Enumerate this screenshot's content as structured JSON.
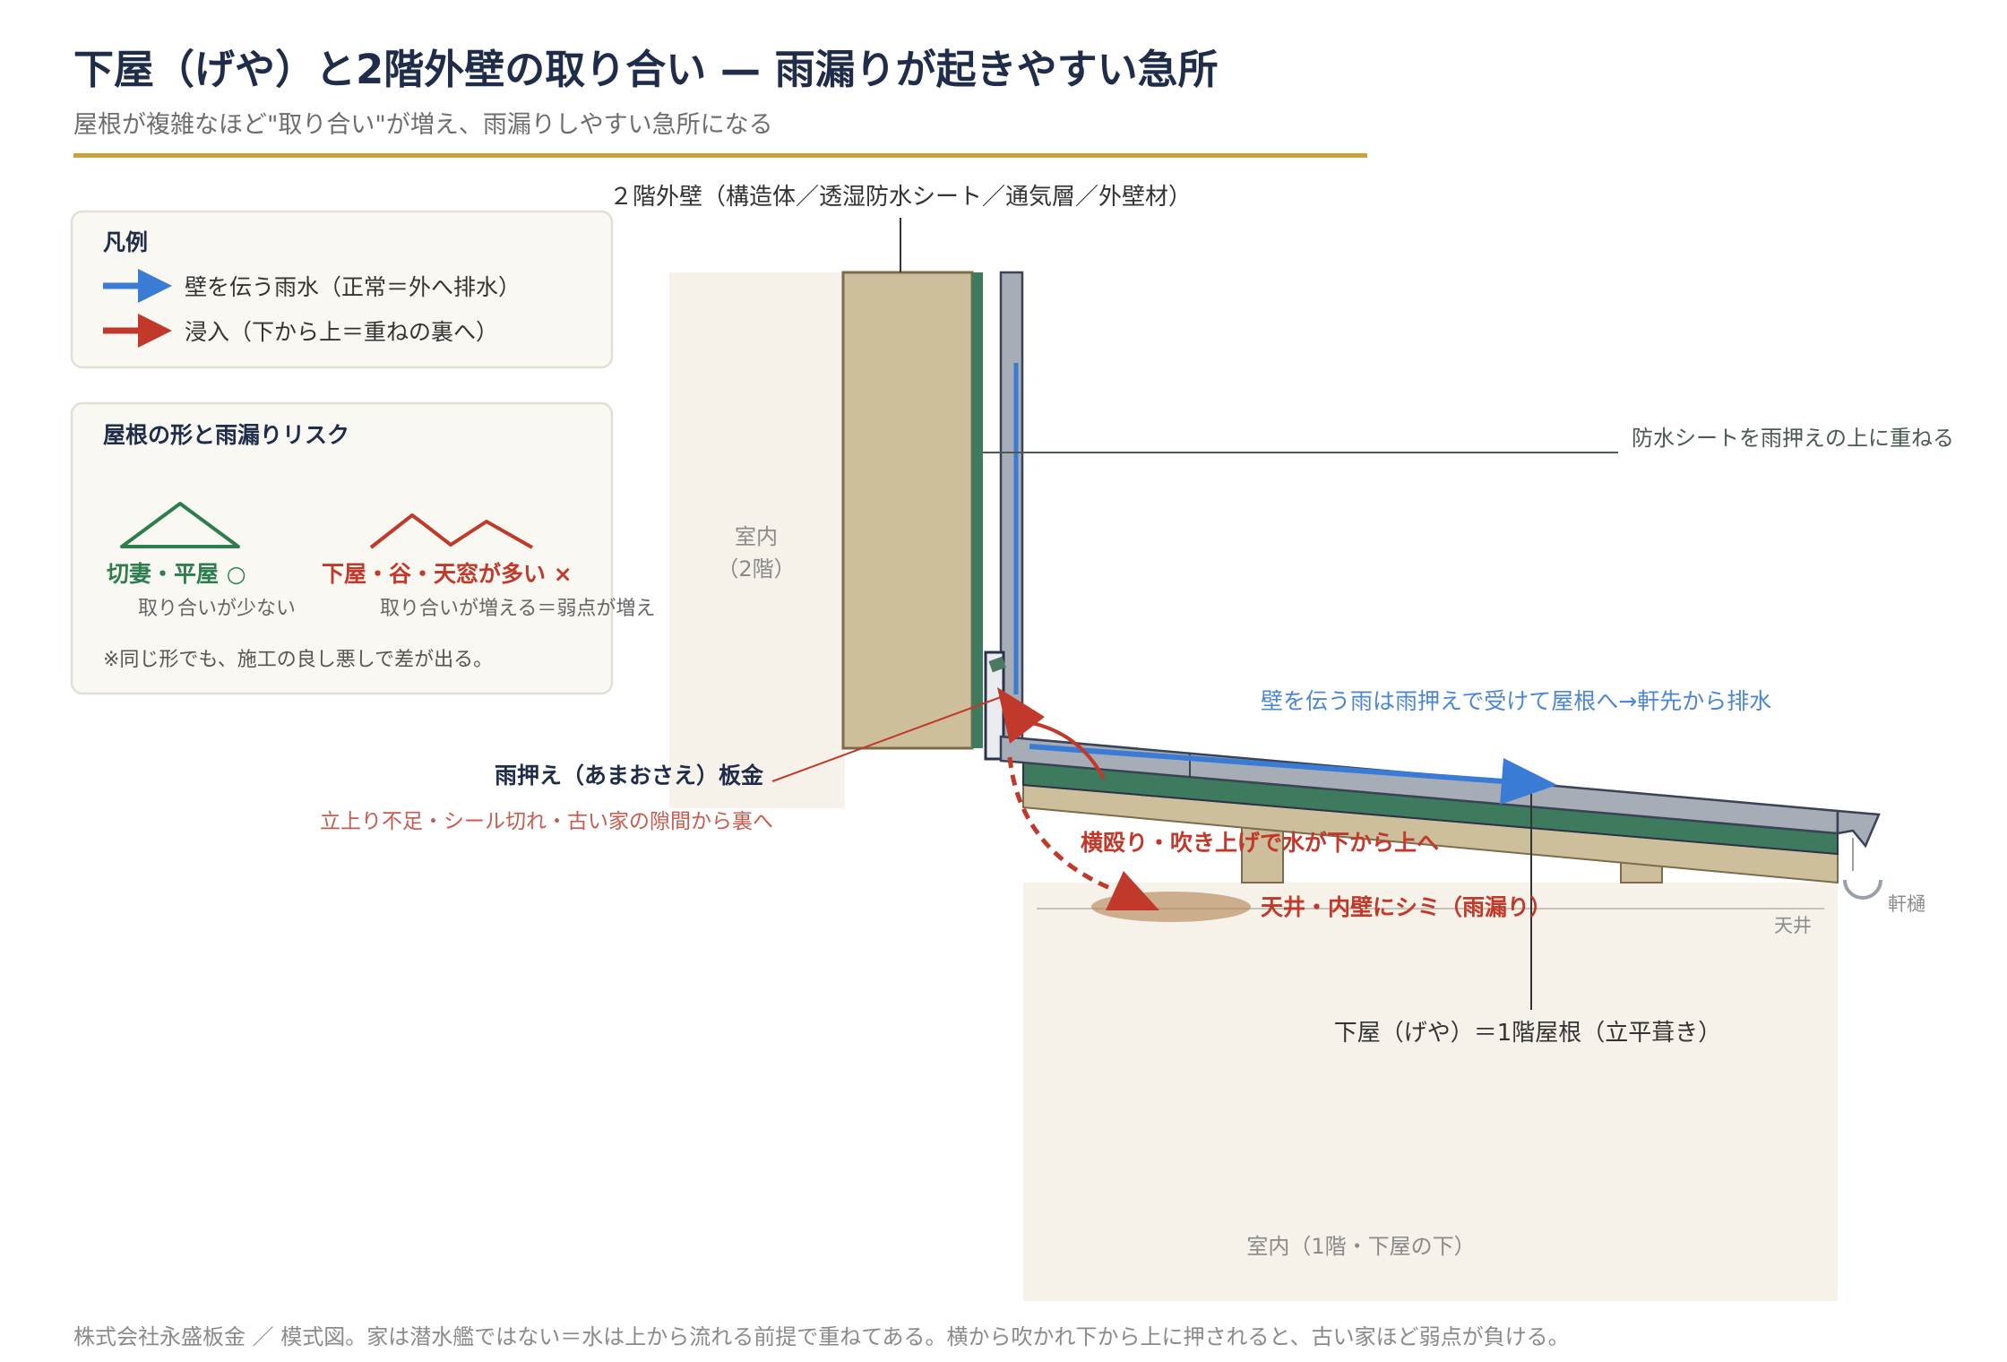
{
  "title": "下屋（げや）と2階外壁の取り合い — 雨漏りが起きやすい急所",
  "subtitle": "屋根が複雑なほど\"取り合い\"が増え、雨漏りしやすい急所になる",
  "colors": {
    "title": "#1f2d4a",
    "accent_rule": "#c9a33a",
    "water_flow": "#3a7bd5",
    "intrusion": "#c0392b",
    "safe": "#2e7d4f",
    "stain": "#b5875a"
  },
  "legend": {
    "heading": "凡例",
    "items": [
      {
        "label": "壁を伝う雨水（正常＝外へ排水）",
        "icon": "blue-arrow-icon"
      },
      {
        "label": "浸入（下から上＝重ねの裏へ）",
        "icon": "red-arrow-icon"
      }
    ]
  },
  "risk_panel": {
    "heading": "屋根の形と雨漏りリスク",
    "simple": {
      "label": "切妻・平屋 ○",
      "note": "取り合いが少ない",
      "icon": "gable-roof-icon"
    },
    "complex": {
      "label": "下屋・谷・天窓が多い ×",
      "note": "取り合いが増える＝弱点が増え",
      "icon": "complex-roof-icon"
    },
    "footnote": "※同じ形でも、施工の良し悪しで差が出る。"
  },
  "diagram": {
    "wall_label": "２階外壁（構造体／透湿防水シート／通気層／外壁材）",
    "room_2f": [
      "室内",
      "（2階）"
    ],
    "sheet_note": "防水シートを雨押えの上に重ねる",
    "flow_note": "壁を伝う雨は雨押えで受けて屋根へ→軒先から排水",
    "flashing_label": "雨押え（あまおさえ）板金",
    "flashing_issue": "立上り不足・シール切れ・古い家の隙間から裏へ",
    "wind_note": "横殴り・吹き上げで水が下から上へ",
    "stain_note": "天井・内壁にシミ（雨漏り）",
    "gutter_label": "軒樋",
    "ceiling_label": "天井",
    "roof_label": "下屋（げや）＝1階屋根（立平葺き）",
    "room_1f": "室内（1階・下屋の下）"
  },
  "footer": "株式会社永盛板金 ／ 模式図。家は潜水艦ではない＝水は上から流れる前提で重ねてある。横から吹かれ下から上に押されると、古い家ほど弱点が負ける。"
}
